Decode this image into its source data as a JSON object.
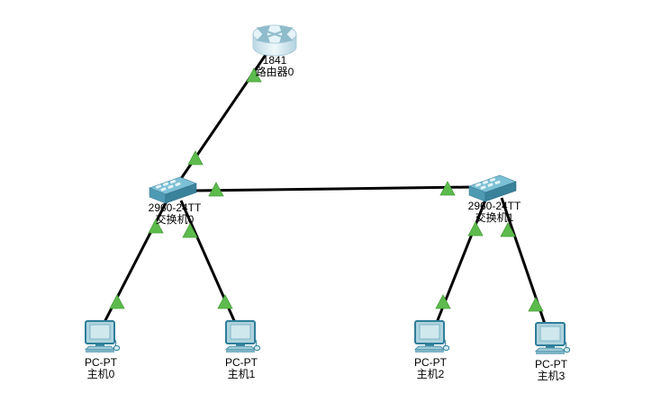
{
  "colors": {
    "canvas_background": "#ffffff",
    "link": "#000000",
    "status_up": "#5dbb4d",
    "label_text": "#000000"
  },
  "devices": [
    {
      "id": "router0",
      "type": "router",
      "model": "1841",
      "name": "路由器0"
    },
    {
      "id": "switch0",
      "type": "switch",
      "model": "2960-24TT",
      "name": "交换机0"
    },
    {
      "id": "switch1",
      "type": "switch",
      "model": "2960-24TT",
      "name": "交换机1"
    },
    {
      "id": "pc0",
      "type": "pc",
      "model": "PC-PT",
      "name": "主机0"
    },
    {
      "id": "pc1",
      "type": "pc",
      "model": "PC-PT",
      "name": "主机1"
    },
    {
      "id": "pc2",
      "type": "pc",
      "model": "PC-PT",
      "name": "主机2"
    },
    {
      "id": "pc3",
      "type": "pc",
      "model": "PC-PT",
      "name": "主机3"
    }
  ],
  "links": [
    {
      "from": "路由器0",
      "to": "交换机0",
      "from_status": "up",
      "to_status": "up"
    },
    {
      "from": "交换机0",
      "to": "交换机1",
      "from_status": "up",
      "to_status": "up"
    },
    {
      "from": "交换机0",
      "to": "主机0",
      "from_status": "up",
      "to_status": "up"
    },
    {
      "from": "交换机0",
      "to": "主机1",
      "from_status": "up",
      "to_status": "up"
    },
    {
      "from": "交换机1",
      "to": "主机2",
      "from_status": "up",
      "to_status": "up"
    },
    {
      "from": "交换机1",
      "to": "主机3",
      "from_status": "up",
      "to_status": "up"
    }
  ]
}
